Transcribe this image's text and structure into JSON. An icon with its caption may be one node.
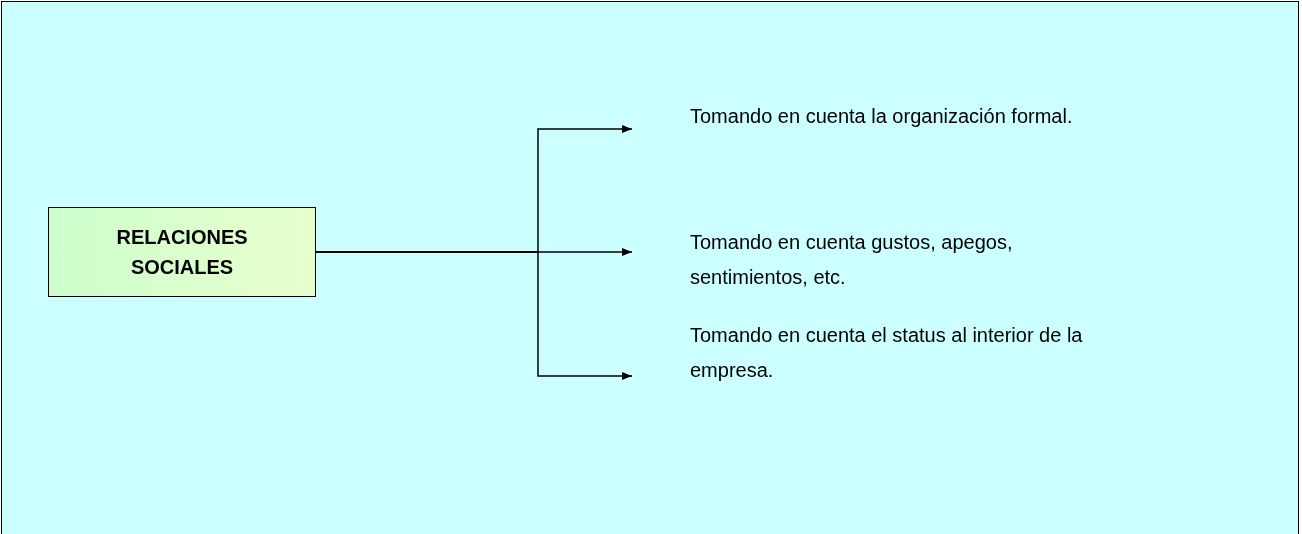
{
  "diagram": {
    "nodes": [
      {
        "text": [
          "RELACIONES SOCIALES"
        ]
      },
      {
        "text": [
          "Tomando en cuenta la organización formal."
        ]
      },
      {
        "text": [
          "Tomando en cuenta gustos, apegos, sentimientos, etc."
        ]
      },
      {
        "text": [
          "Tomando en cuenta el status al interior de la empresa."
        ]
      }
    ],
    "edges": [
      {
        "from": 0,
        "to": 1,
        "arrow": "to"
      },
      {
        "from": 0,
        "to": 2,
        "arrow": "to"
      },
      {
        "from": 0,
        "to": 3,
        "arrow": "to"
      }
    ]
  }
}
